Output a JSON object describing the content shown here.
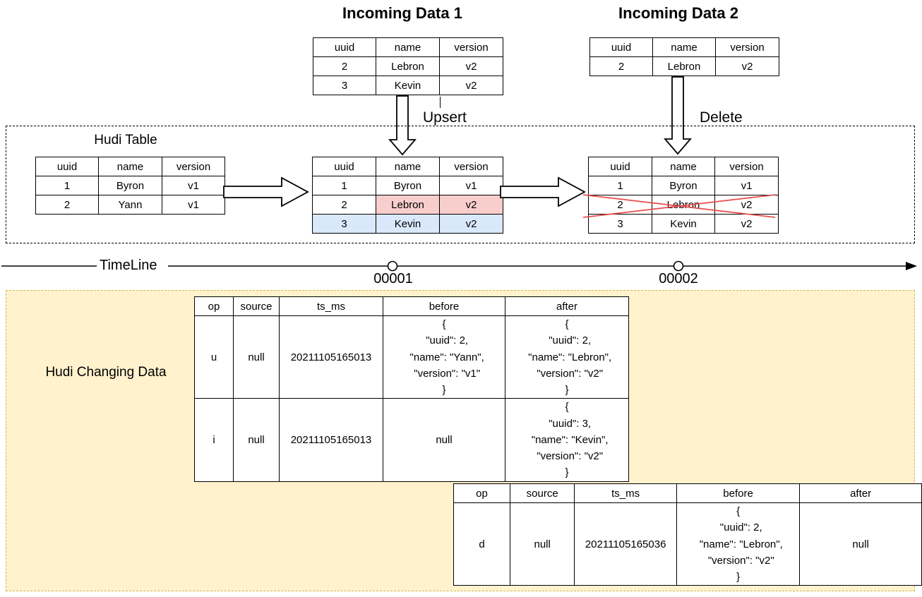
{
  "colors": {
    "highlight_red_fill": "#F8CECC",
    "highlight_red_border": "#B85450",
    "highlight_blue_fill": "#DAE8FC",
    "highlight_blue_border": "#6C8EBF",
    "changing_box_fill": "#FFF2CC",
    "changing_box_border": "#D6B656",
    "delete_cross": "#E94B4B"
  },
  "incoming1": {
    "title": "Incoming Data 1",
    "action_label": "Upsert",
    "headers": [
      "uuid",
      "name",
      "version"
    ],
    "rows": [
      [
        "2",
        "Lebron",
        "v2"
      ],
      [
        "3",
        "Kevin",
        "v2"
      ]
    ]
  },
  "incoming2": {
    "title": "Incoming Data 2",
    "action_label": "Delete",
    "headers": [
      "uuid",
      "name",
      "version"
    ],
    "rows": [
      [
        "2",
        "Lebron",
        "v2"
      ]
    ]
  },
  "hudi": {
    "label": "Hudi Table",
    "initial": {
      "headers": [
        "uuid",
        "name",
        "version"
      ],
      "rows": [
        [
          "1",
          "Byron",
          "v1"
        ],
        [
          "2",
          "Yann",
          "v1"
        ]
      ]
    },
    "after_upsert": {
      "headers": [
        "uuid",
        "name",
        "version"
      ],
      "rows": [
        [
          "1",
          "Byron",
          "v1"
        ],
        [
          "2",
          "Lebron",
          "v2"
        ],
        [
          "3",
          "Kevin",
          "v2"
        ]
      ]
    },
    "after_delete": {
      "headers": [
        "uuid",
        "name",
        "version"
      ],
      "rows": [
        [
          "1",
          "Byron",
          "v1"
        ],
        [
          "2",
          "Lebron",
          "v2"
        ],
        [
          "3",
          "Kevin",
          "v2"
        ]
      ]
    }
  },
  "timeline": {
    "label": "TimeLine",
    "commits": [
      "00001",
      "00002"
    ]
  },
  "changing": {
    "label": "Hudi Changing Data",
    "table1": {
      "headers": [
        "op",
        "source",
        "ts_ms",
        "before",
        "after"
      ],
      "rows": [
        [
          "u",
          "null",
          "20211105165013",
          "{\n  \"uuid\": 2,\n  \"name\": \"Yann\",\n  \"version\": \"v1\"\n}",
          "{\n  \"uuid\": 2,\n  \"name\": \"Lebron\",\n  \"version\": \"v2\"\n}"
        ],
        [
          "i",
          "null",
          "20211105165013",
          "null",
          "{\n  \"uuid\": 3,\n  \"name\": \"Kevin\",\n  \"version\": \"v2\"\n}"
        ]
      ]
    },
    "table2": {
      "headers": [
        "op",
        "source",
        "ts_ms",
        "before",
        "after"
      ],
      "rows": [
        [
          "d",
          "null",
          "20211105165036",
          "{\n  \"uuid\": 2,\n  \"name\": \"Lebron\",\n  \"version\": \"v2\"\n}",
          "null"
        ]
      ]
    }
  }
}
